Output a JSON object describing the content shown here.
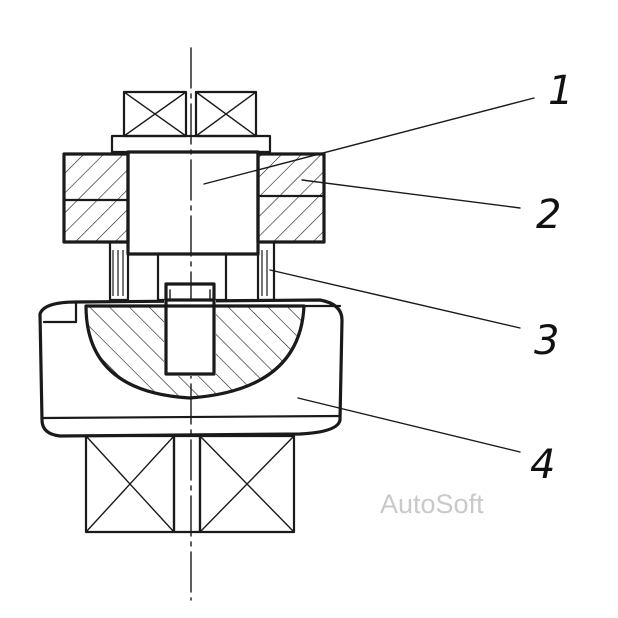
{
  "callouts": [
    {
      "label": "1"
    },
    {
      "label": "2"
    },
    {
      "label": "3"
    },
    {
      "label": "4"
    }
  ],
  "watermark": {
    "text": "AutoSoft"
  },
  "colors": {
    "ink": "#1a1a1a",
    "watermark": "#c9c9c9",
    "background": "#ffffff"
  }
}
